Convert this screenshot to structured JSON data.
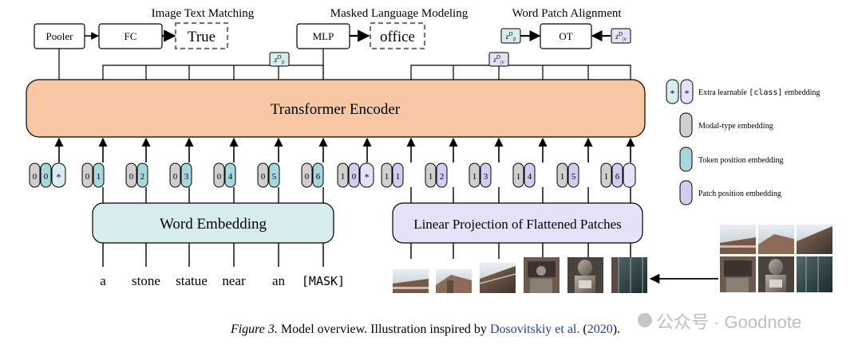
{
  "heads": {
    "itm_title": "Image Text Matching",
    "mlm_title": "Masked Language Modeling",
    "wpa_title": "Word Patch Alignment",
    "pooler": "Pooler",
    "fc": "FC",
    "itm_output": "True",
    "mlp": "MLP",
    "mlm_output": "office",
    "ot": "OT",
    "z_text_tag": "z^D|_t",
    "z_image_tag": "z^D|_v"
  },
  "encoder": {
    "label": "Transformer Encoder"
  },
  "text_branch": {
    "embedding_label": "Word Embedding",
    "words": [
      "a",
      "stone",
      "statue",
      "near",
      "an",
      "[MASK]"
    ],
    "class_token": {
      "modal": "0",
      "pos": "0",
      "extra": "*"
    },
    "tokens": [
      {
        "modal": "0",
        "pos": "1"
      },
      {
        "modal": "0",
        "pos": "2"
      },
      {
        "modal": "0",
        "pos": "3"
      },
      {
        "modal": "0",
        "pos": "4"
      },
      {
        "modal": "0",
        "pos": "5"
      },
      {
        "modal": "0",
        "pos": "6"
      }
    ]
  },
  "image_branch": {
    "embedding_label": "Linear Projection of Flattened Patches",
    "class_token": {
      "modal": "1",
      "pos": "0",
      "extra": "*"
    },
    "tokens": [
      {
        "modal": "1",
        "pos": "1"
      },
      {
        "modal": "1",
        "pos": "2"
      },
      {
        "modal": "1",
        "pos": "3"
      },
      {
        "modal": "1",
        "pos": "4"
      },
      {
        "modal": "1",
        "pos": "5"
      },
      {
        "modal": "1",
        "pos": "6"
      }
    ]
  },
  "legend": [
    {
      "symbol": "*",
      "text_before": "Extra learnable ",
      "code": "[class]",
      "text_after": " embedding",
      "color": "#d6ecee"
    },
    {
      "text": "Modal-type embedding",
      "color": "#c8c8c8"
    },
    {
      "text": "Token position embedding",
      "color": "#a6d7dd"
    },
    {
      "text": "Patch position embedding",
      "color": "#d0cdf0"
    }
  ],
  "caption": {
    "figure": "Figure 3.",
    "text": " Model overview. Illustration inspired by ",
    "link": "Dosovitskiy et al.",
    "year_open": " (",
    "year": "2020",
    "year_close": ")."
  },
  "watermark": "公众号 · Goodnote",
  "colors": {
    "encoder_fill": "#f7c7a3",
    "word_embed_fill": "#d6ecee",
    "patch_embed_fill": "#e5e1f8",
    "modal_fill": "#cfcfcf",
    "token_pos_fill": "#a6d7dd",
    "patch_pos_fill": "#d0cdf0",
    "dashed_box": "#777777"
  }
}
